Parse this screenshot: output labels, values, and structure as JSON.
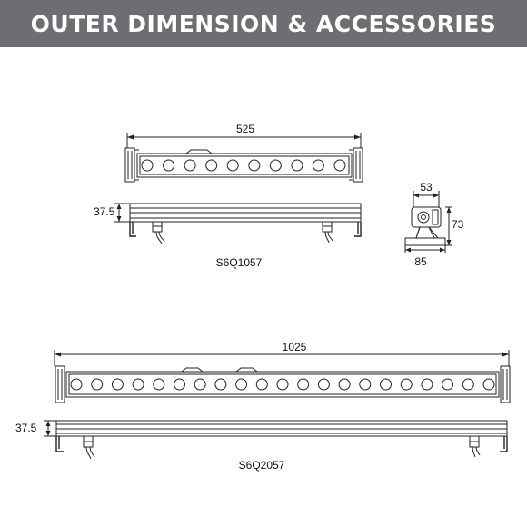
{
  "header": {
    "title": "OUTER DIMENSION & ACCESSORIES",
    "bg_color": "#6d6e71",
    "text_color": "#ffffff"
  },
  "product_1": {
    "model": "S6Q1057",
    "length": "525",
    "height": "37.5",
    "side_width": "53",
    "side_height": "73",
    "base_width": "85",
    "led_count": 10
  },
  "product_2": {
    "model": "S6Q2057",
    "length": "1025",
    "height": "37.5",
    "led_count": 21
  }
}
